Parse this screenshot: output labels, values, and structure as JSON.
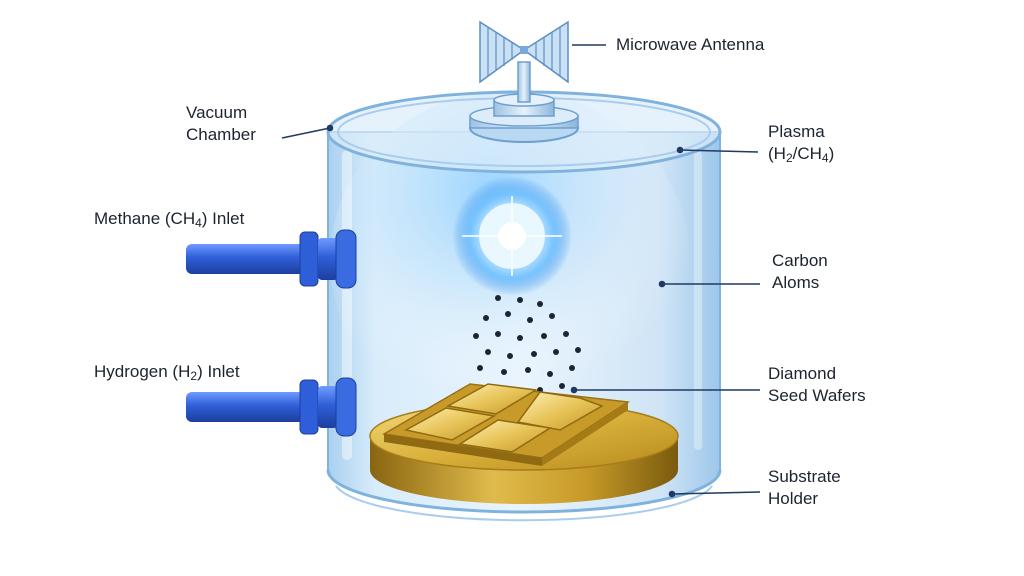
{
  "labels": {
    "microwave_antenna": "Microwave Antenna",
    "vacuum_chamber": [
      "Vacuum",
      "Chamber"
    ],
    "plasma": {
      "line1": "Plasma",
      "line2_pre": "(H",
      "line2_sub1": "2",
      "line2_mid": "/CH",
      "line2_sub2": "4",
      "line2_post": ")"
    },
    "methane_inlet": {
      "pre": "Methane (CH",
      "sub": "4",
      "post": ") Inlet"
    },
    "carbon_atoms": [
      "Carbon",
      "Aloms"
    ],
    "hydrogen_inlet": {
      "pre": "Hydrogen (H",
      "sub": "2",
      "post": ") Inlet"
    },
    "diamond_seed_wafers": [
      "Diamond",
      "Seed Wafers"
    ],
    "substrate_holder": [
      "Substrate",
      "Holder"
    ]
  },
  "colors": {
    "chamber_glass": "#cfe6f8",
    "chamber_edge": "#7fb2dc",
    "inlet_blue": "#2f5fd8",
    "plasma_glow": "#5fb6ff",
    "gold": "#d9b13c",
    "leader_line": "#1f3a63",
    "text": "#1c2430"
  }
}
